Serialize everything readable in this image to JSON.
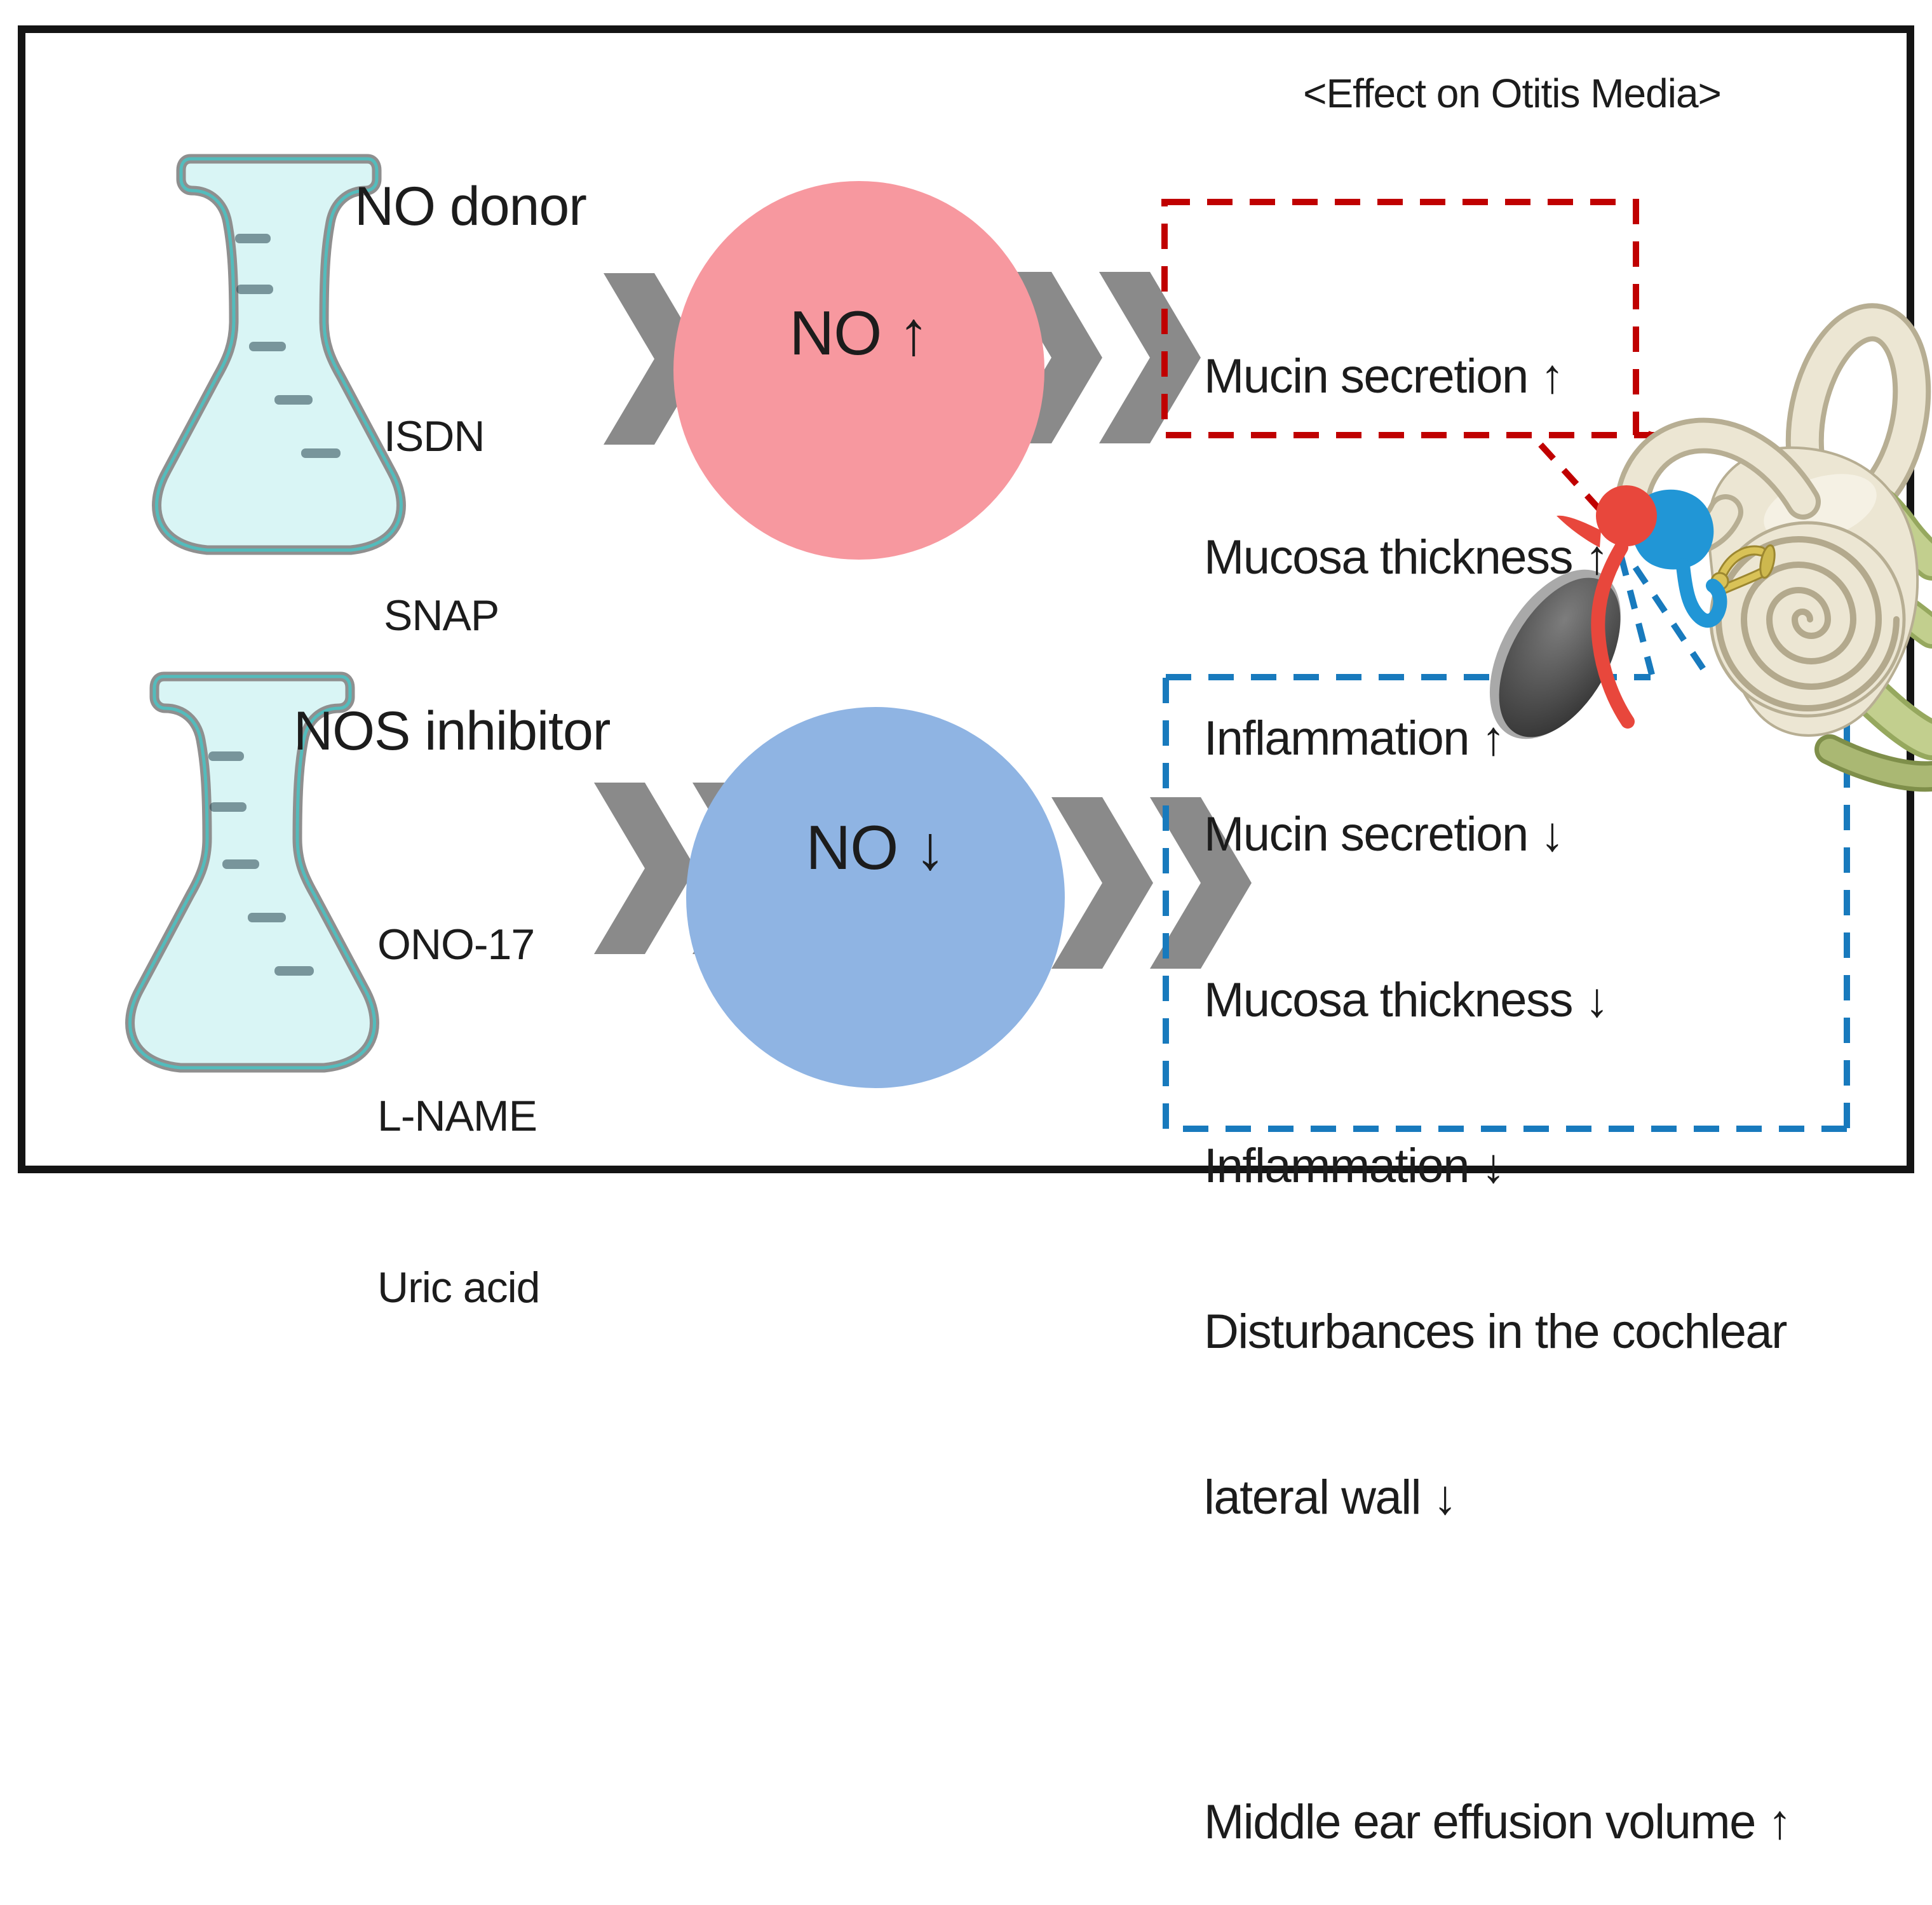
{
  "title": "<Effect on Otitis Media>",
  "top_pathway": {
    "flask_label": "NO donor",
    "agents": [
      "ISDN",
      "SNAP"
    ],
    "mediator": "NO ↑",
    "effects": [
      "Mucin secretion ↑",
      "Mucosa thickness ↑",
      "Inflammation ↑"
    ]
  },
  "bottom_pathway": {
    "flask_label": "NOS inhibitor",
    "agents": [
      "ONO-17",
      "L-NAME",
      "Uric acid"
    ],
    "mediator": "NO ↓",
    "effect_lines": [
      "Mucin secretion ↓",
      "Mucosa thickness ↓",
      "Inflammation ↓",
      "Disturbances in the cochlear",
      "lateral wall ↓",
      "",
      "Middle ear effusion volume ↑"
    ]
  },
  "colors": {
    "no_up_circle": "#f7989f",
    "no_down_circle": "#8fb4e3",
    "chevron_gray": "#8a8a8a",
    "effect_box_red": "#c00000",
    "effect_box_blue": "#187abd",
    "no_donor_liquid": "#e935e0",
    "nos_inhibitor_liquid": "#1f2bea",
    "flask_glass": "#d9f5f5"
  },
  "icons": {
    "flask_top": "erlenmeyer-flask with magenta liquid",
    "flask_bottom": "erlenmeyer-flask with blue liquid",
    "arrows": "double-chevron-right",
    "ear": "middle-and-inner-ear 3d illustration"
  }
}
